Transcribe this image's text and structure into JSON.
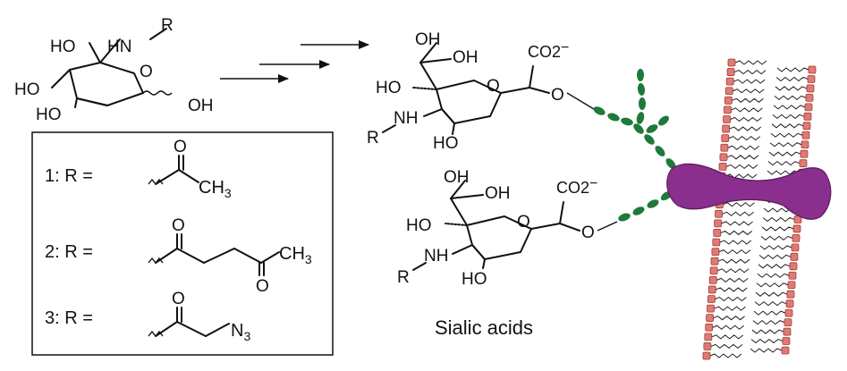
{
  "precursor": {
    "labels": {
      "oh_ch2": "HO",
      "nh": "HN",
      "r": "R",
      "ho_left": "HO",
      "ho_bottom": "HO",
      "ring_o": "O",
      "oh_anomeric": "OH"
    }
  },
  "r_groups": {
    "items": [
      {
        "label": "1:  R =",
        "group": "CH3",
        "carbonyl_o": "O"
      },
      {
        "label": "2:  R =",
        "group": "CH3",
        "carbonyl_o": "O",
        "ketone_o": "O"
      },
      {
        "label": "3:  R =",
        "group": "N3",
        "carbonyl_o": "O"
      }
    ]
  },
  "sialic_acid_top": {
    "labels": {
      "oh1": "OH",
      "oh2": "OH",
      "ho": "HO",
      "nh": "NH",
      "r": "R",
      "ho_bottom": "HO",
      "ring_o": "O",
      "co2": "CO2",
      "charge": "−",
      "link_o": "O"
    }
  },
  "sialic_acid_bottom": {
    "labels": {
      "oh1": "OH",
      "oh2": "OH",
      "ho": "HO",
      "nh": "NH",
      "r": "R",
      "ho_bottom": "HO",
      "ring_o": "O",
      "co2": "CO2",
      "charge": "−",
      "link_o": "O"
    }
  },
  "caption": "Sialic acids",
  "colors": {
    "sugar_chain": "#1e7a3a",
    "protein": "#8b2f8e",
    "lipid_head": "#e07a74",
    "lipid_head_stroke": "#a23d36",
    "ink": "#111111"
  }
}
